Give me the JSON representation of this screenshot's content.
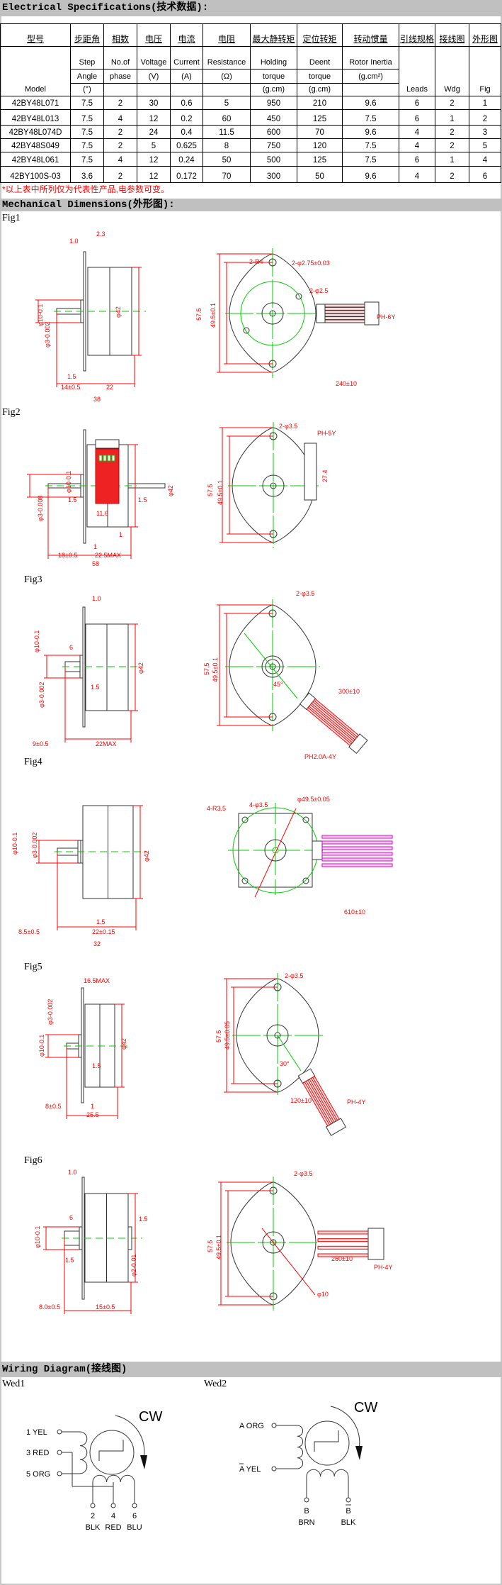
{
  "sections": {
    "electrical": "Electrical Specifications(技术数据):",
    "mechanical": "Mechanical Dimensions(外形图):",
    "wiring": "Wiring Diagram(接线图)"
  },
  "spec_table": {
    "headers_cn": [
      "型号",
      "步距角",
      "相数",
      "电压",
      "电流",
      "电阻",
      "最大静转矩",
      "定位转矩",
      "转动惯量",
      "引线规格",
      "接线图",
      "外形图"
    ],
    "headers_en": {
      "model": "Model",
      "step": [
        "Step",
        "Angle",
        "(°)"
      ],
      "phase": [
        "No.of",
        "phase"
      ],
      "voltage": [
        "Voltage",
        "(V)"
      ],
      "current": [
        "Current",
        "(A)"
      ],
      "resistance": [
        "Resistance",
        "(Ω)"
      ],
      "holding": [
        "Holding",
        "torque",
        "(g.cm)"
      ],
      "detent": [
        "Deent",
        "torque",
        "(g.cm)"
      ],
      "inertia": [
        "Rotor Inertia",
        "(g.cm²)"
      ],
      "leads": "Leads",
      "wdg": "Wdg",
      "fig": "Fig"
    },
    "rows": [
      [
        "42BY48L071",
        "7.5",
        "2",
        "30",
        "0.6",
        "5",
        "950",
        "210",
        "9.6",
        "6",
        "2",
        "1"
      ],
      [
        "42BY48L013",
        "7.5",
        "4",
        "12",
        "0.2",
        "60",
        "450",
        "125",
        "7.5",
        "6",
        "1",
        "2"
      ],
      [
        "42BY48L074D",
        "7.5",
        "2",
        "24",
        "0.4",
        "11.5",
        "600",
        "70",
        "9.6",
        "4",
        "2",
        "3"
      ],
      [
        "42BY48S049",
        "7.5",
        "2",
        "5",
        "0.625",
        "8",
        "750",
        "120",
        "7.5",
        "4",
        "2",
        "5"
      ],
      [
        "42BY48L061",
        "7.5",
        "4",
        "12",
        "0.24",
        "50",
        "500",
        "125",
        "7.5",
        "6",
        "1",
        "4"
      ],
      [
        "42BY100S-03",
        "3.6",
        "2",
        "12",
        "0.172",
        "70",
        "300",
        "50",
        "9.6",
        "4",
        "2",
        "6"
      ]
    ],
    "note": "*以上表中所列仅为代表性产品,电参数可变。"
  },
  "figures": [
    {
      "label": "Fig1",
      "dims": [
        "2.3",
        "1.0",
        "φ10-0.1",
        "φ3-0.002",
        "φ42",
        "1.5",
        "14±0.5",
        "22",
        "38",
        "2-R4",
        "2-φ2.75±0.03",
        "2-φ2.5",
        "57.5",
        "49.5±0.1",
        "PH-6Y",
        "240±10"
      ]
    },
    {
      "label": "Fig2",
      "dims": [
        "φ10-0.1",
        "φ3-0.008",
        "1.5",
        "1.5",
        "11.6",
        "φ42",
        "1",
        "1",
        "18±0.5",
        "22.5MAX",
        "58",
        "2-φ3.5",
        "PH-5Y",
        "57.5",
        "49.5±0.1",
        "27.4"
      ]
    },
    {
      "label": "Fig3",
      "dims": [
        "1.0",
        "φ10-0.1",
        "6",
        "φ3-0.002",
        "φ42",
        "1.5",
        "9±0.5",
        "22MAX",
        "2-φ3.5",
        "57.5",
        "49.5±0.1",
        "45°",
        "300±10",
        "PH2.0A-4Y"
      ]
    },
    {
      "label": "Fig4",
      "dims": [
        "φ10-0.1",
        "φ3-0.002",
        "φ42",
        "1.5",
        "8.5±0.5",
        "22±0.15",
        "32",
        "4-R3.5",
        "4-φ3.5",
        "φ49.5±0.05",
        "610±10"
      ]
    },
    {
      "label": "Fig5",
      "dims": [
        "16.5MAX",
        "φ3-0.002",
        "φ10-0.1",
        "φ42",
        "1.5",
        "8±0.5",
        "1",
        "25.5",
        "2-φ3.5",
        "57.5",
        "49.5±0.05",
        "30°",
        "120±10",
        "PH-4Y"
      ]
    },
    {
      "label": "Fig6",
      "dims": [
        "1.0",
        "6",
        "1.5",
        "φ10-0.1",
        "1.5",
        "φ2-0.01",
        "8.0±0.5",
        "15±0.5",
        "2-φ3.5",
        "57.5",
        "49.5±0.1",
        "φ10",
        "260±10",
        "PH-4Y"
      ]
    }
  ],
  "wiring": {
    "wed1": {
      "label": "Wed1",
      "rotation": "CW",
      "left_leads": [
        "1  YEL",
        "3  RED",
        "5  ORG"
      ],
      "bottom_numbers": [
        "2",
        "4",
        "6"
      ],
      "bottom_colors": [
        "BLK",
        "RED",
        "BLU"
      ]
    },
    "wed2": {
      "label": "Wed2",
      "rotation": "CW",
      "left_leads": [
        "A  ORG",
        "A  YEL"
      ],
      "bottom_numbers": [
        "B",
        "B"
      ],
      "bottom_colors": [
        "BRN",
        "BLK"
      ]
    }
  },
  "colors": {
    "dimension": "#ff0000",
    "centerline": "#00cc00",
    "outline": "#333333",
    "header_bar": "#c0c0c0",
    "wire_magenta": "#dd00dd"
  }
}
